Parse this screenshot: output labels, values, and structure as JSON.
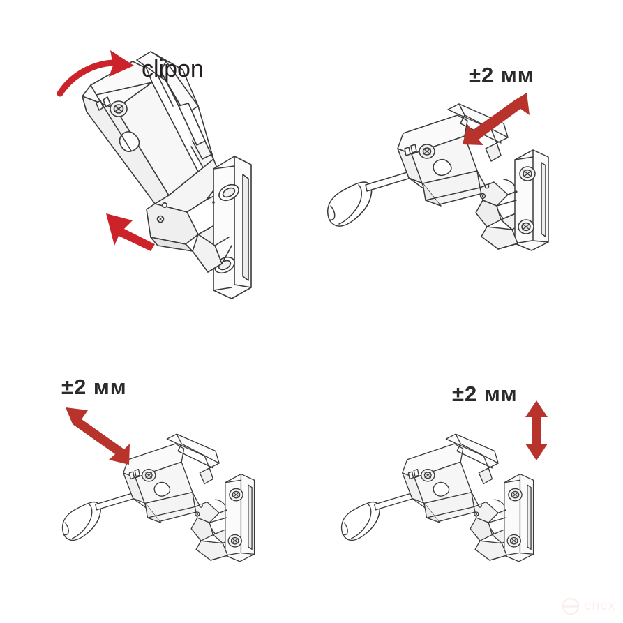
{
  "document": {
    "type": "technical-illustration",
    "subject": "Furniture clip-on hinge installation and adjustment instructions",
    "background_color": "#ffffff",
    "line_color": "#3a3a3c",
    "text_color": "#231f20"
  },
  "colors": {
    "arrow_bright_red": "#cc2229",
    "arrow_dark_red": "#b7332c",
    "outline": "#3a3a3c",
    "shade_light": "#f2f2f2",
    "shade_mid": "#e2e2e2",
    "watermark": "#fbeeee"
  },
  "panels": [
    {
      "id": "panel-clipon",
      "position": "top-left",
      "label": "clipon",
      "label_type": "text",
      "arrows": [
        {
          "name": "curved-clip-arrow",
          "style": "curved",
          "direction": "up-right",
          "color": "#cc2229"
        },
        {
          "name": "push-up-arrow",
          "style": "straight",
          "direction": "up-right",
          "color": "#cc2229"
        }
      ],
      "subject": "Hinge arm clipping onto mounting plate",
      "plate_screws": 0,
      "screwdriver": false
    },
    {
      "id": "panel-depth-adjust",
      "position": "top-right",
      "label": "±2 мм",
      "label_type": "measurement",
      "arrows": [
        {
          "name": "depth-adjust-arrow",
          "style": "double-headed",
          "direction": "diagonal-ne-sw",
          "color": "#b7332c"
        }
      ],
      "subject": "Depth adjustment of hinge with screwdriver",
      "plate_screws": 2,
      "screwdriver": true
    },
    {
      "id": "panel-side-adjust",
      "position": "bottom-left",
      "label": "±2 мм",
      "label_type": "measurement",
      "arrows": [
        {
          "name": "side-adjust-arrow",
          "style": "double-headed",
          "direction": "diagonal-nw-se",
          "color": "#b7332c"
        }
      ],
      "subject": "Side adjustment of hinge with screwdriver",
      "plate_screws": 2,
      "screwdriver": true
    },
    {
      "id": "panel-height-adjust",
      "position": "bottom-right",
      "label": "±2 мм",
      "label_type": "measurement",
      "arrows": [
        {
          "name": "height-adjust-arrow",
          "style": "double-headed",
          "direction": "vertical",
          "color": "#b7332c"
        }
      ],
      "subject": "Height adjustment of hinge with screwdriver",
      "plate_screws": 2,
      "screwdriver": true
    }
  ],
  "labels": {
    "clipon": "clipon",
    "tolerance_top_right": "±2 мм",
    "tolerance_bottom_left": "±2 мм",
    "tolerance_bottom_right": "±2 мм"
  },
  "watermark": {
    "text": "enex",
    "logo": "circle-bar-logo",
    "color": "#fbeeee"
  }
}
